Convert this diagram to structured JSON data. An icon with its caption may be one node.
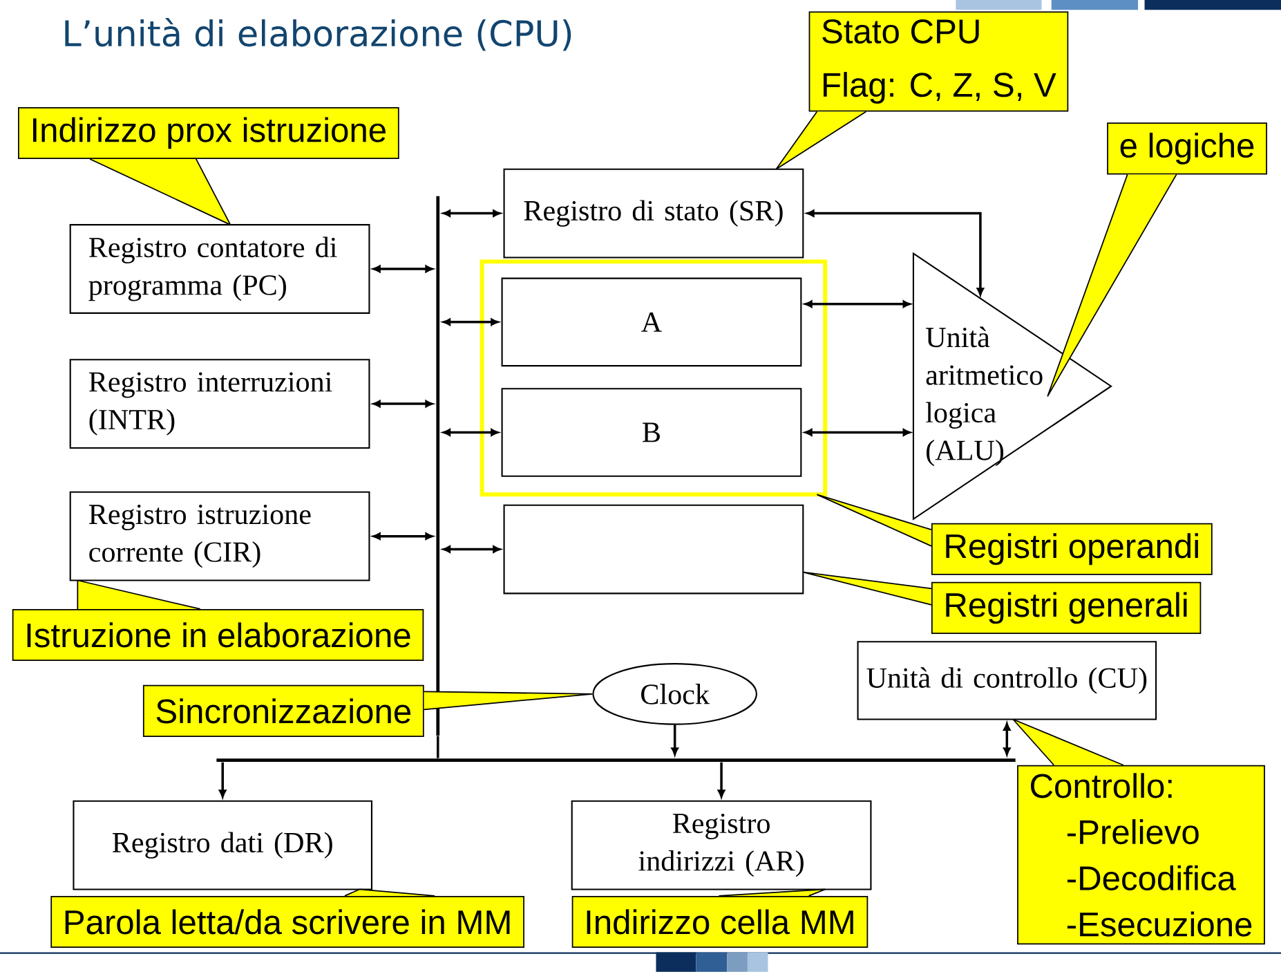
{
  "diagram": {
    "title": "L’unità di elaborazione (CPU)",
    "nodes": [
      {
        "text": [
          "Indirizzo prox istruzione"
        ]
      },
      {
        "text": [
          "Stato CPU",
          "Flag: C, Z, S, V"
        ]
      },
      {
        "text": [
          "e logiche"
        ]
      },
      {
        "text": [
          "Registro di stato (SR)"
        ]
      },
      {
        "text": [
          "Registro contatore di programma (PC)"
        ]
      },
      {
        "text": [],
        "shape": "bar"
      },
      {
        "text": [],
        "shape": "box"
      },
      {
        "text": [
          "A"
        ],
        "in": 6
      },
      {
        "text": [
          "B"
        ],
        "in": 6
      },
      {
        "text": [
          "Unità aritmetico logica (ALU)"
        ]
      },
      {
        "text": [
          "Registri operandi"
        ]
      },
      {
        "text": [
          "Registro interruzioni (INTR)"
        ]
      },
      {
        "text": [
          "Registri generali"
        ]
      },
      {
        "text": [
          "Registro istruzione corrente (CIR)"
        ]
      },
      {
        "text": [],
        "shape": "box"
      },
      {
        "text": [
          "Unità di controllo (CU)"
        ]
      },
      {
        "text": [
          "Istruzione in elaborazione"
        ]
      },
      {
        "text": [
          "Clock"
        ]
      },
      {
        "text": [
          "Sincronizzazione"
        ]
      },
      {
        "text": [],
        "shape": "bar"
      },
      {
        "text": [
          "Registro dati (DR)"
        ]
      },
      {
        "text": [
          "Registro indirizzi (AR)"
        ]
      },
      {
        "text": [
          "Controllo:",
          "-Prelievo",
          "-Decodifica",
          "-Esecuzione"
        ]
      },
      {
        "text": [
          "Parola letta/da scrivere in MM"
        ]
      },
      {
        "text": [
          "Indirizzo cella MM"
        ]
      }
    ],
    "edges": [
      {
        "from": 4,
        "to": 5,
        "arrow": "both"
      },
      {
        "from": 11,
        "to": 5,
        "arrow": "both"
      },
      {
        "from": 13,
        "to": 5,
        "arrow": "both"
      },
      {
        "from": 5,
        "to": 3,
        "arrow": "both"
      },
      {
        "from": 5,
        "to": 7,
        "arrow": "both"
      },
      {
        "from": 5,
        "to": 8,
        "arrow": "both"
      },
      {
        "from": 5,
        "to": 14,
        "arrow": "both"
      },
      {
        "from": 7,
        "to": 9,
        "arrow": "both"
      },
      {
        "from": 8,
        "to": 9,
        "arrow": "both"
      },
      {
        "from": 9,
        "to": 3,
        "arrow": "both"
      },
      {
        "from": 17,
        "to": 19,
        "arrow": "to"
      },
      {
        "from": 19,
        "to": 20,
        "arrow": "to"
      },
      {
        "from": 19,
        "to": 21,
        "arrow": "to"
      },
      {
        "from": 15,
        "to": 19,
        "arrow": "both"
      },
      {
        "from": 5,
        "to": 19,
        "arrow": "none"
      },
      {
        "from": 0,
        "to": 4,
        "arrow": "none"
      },
      {
        "from": 1,
        "to": 3,
        "arrow": "none"
      },
      {
        "from": 2,
        "to": 9,
        "arrow": "none"
      },
      {
        "from": 10,
        "to": 6,
        "arrow": "none"
      },
      {
        "from": 12,
        "to": 14,
        "arrow": "none"
      },
      {
        "from": 16,
        "to": 13,
        "arrow": "none"
      },
      {
        "from": 18,
        "to": 17,
        "arrow": "none"
      },
      {
        "from": 23,
        "to": 20,
        "arrow": "none"
      },
      {
        "from": 24,
        "to": 21,
        "arrow": "none"
      },
      {
        "from": 22,
        "to": 15,
        "arrow": "none"
      }
    ]
  }
}
